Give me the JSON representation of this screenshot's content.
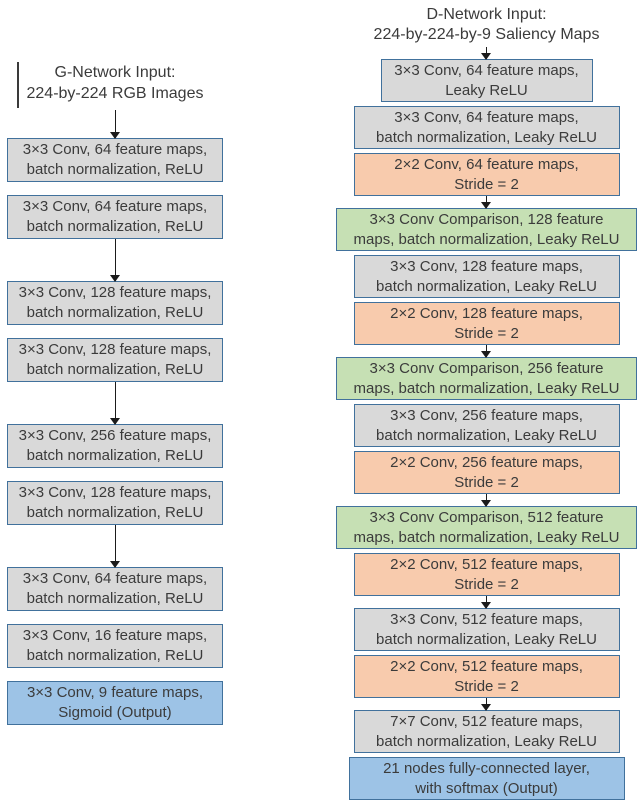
{
  "figure": {
    "colors": {
      "conv": "#D9D9D9",
      "stride": "#F8CBAD",
      "comparison": "#C6E0B4",
      "output": "#9DC3E6",
      "border": "#41719C",
      "text": "#3B3B3B"
    },
    "g_network": {
      "title_lines": [
        "G-Network Input:",
        "224-by-224 RGB Images"
      ],
      "layers": [
        {
          "lines": [
            "3×3 Conv, 64 feature maps,",
            "batch normalization, ReLU"
          ],
          "type": "conv",
          "connector_after": "gap"
        },
        {
          "lines": [
            "3×3 Conv, 64 feature maps,",
            "batch normalization, ReLU"
          ],
          "type": "conv",
          "connector_after": "arrow"
        },
        {
          "lines": [
            "3×3 Conv, 128 feature maps,",
            "batch normalization, ReLU"
          ],
          "type": "conv",
          "connector_after": "gap"
        },
        {
          "lines": [
            "3×3 Conv, 128 feature maps,",
            "batch normalization, ReLU"
          ],
          "type": "conv",
          "connector_after": "arrow"
        },
        {
          "lines": [
            "3×3 Conv, 256 feature maps,",
            "batch normalization, ReLU"
          ],
          "type": "conv",
          "connector_after": "gap"
        },
        {
          "lines": [
            "3×3 Conv, 128 feature maps,",
            "batch normalization, ReLU"
          ],
          "type": "conv",
          "connector_after": "arrow"
        },
        {
          "lines": [
            "3×3 Conv, 64 feature maps,",
            "batch normalization, ReLU"
          ],
          "type": "conv",
          "connector_after": "gap"
        },
        {
          "lines": [
            "3×3 Conv, 16 feature maps,",
            "batch normalization, ReLU"
          ],
          "type": "conv",
          "connector_after": "gap"
        },
        {
          "lines": [
            "3×3 Conv, 9 feature maps,",
            "Sigmoid (Output)"
          ],
          "type": "output",
          "connector_after": "none"
        }
      ]
    },
    "d_network": {
      "title_lines": [
        "D-Network Input:",
        "224-by-224-by-9 Saliency Maps"
      ],
      "layers": [
        {
          "lines": [
            "3×3 Conv, 64 feature maps,",
            "Leaky ReLU"
          ],
          "type": "conv",
          "connector_after": "gap"
        },
        {
          "lines": [
            "3×3 Conv, 64 feature maps,",
            "batch normalization, Leaky ReLU"
          ],
          "type": "conv",
          "connector_after": "gap"
        },
        {
          "lines": [
            "2×2 Conv, 64 feature maps,",
            "Stride = 2"
          ],
          "type": "stride",
          "connector_after": "arrow"
        },
        {
          "lines": [
            "3×3 Conv Comparison, 128 feature",
            "maps, batch normalization, Leaky ReLU"
          ],
          "type": "comparison",
          "connector_after": "gap"
        },
        {
          "lines": [
            "3×3 Conv, 128 feature maps,",
            "batch normalization, Leaky ReLU"
          ],
          "type": "conv",
          "connector_after": "gap"
        },
        {
          "lines": [
            "2×2 Conv, 128 feature maps,",
            "Stride = 2"
          ],
          "type": "stride",
          "connector_after": "arrow"
        },
        {
          "lines": [
            "3×3 Conv Comparison, 256 feature",
            "maps, batch normalization, Leaky ReLU"
          ],
          "type": "comparison",
          "connector_after": "gap"
        },
        {
          "lines": [
            "3×3 Conv, 256 feature maps,",
            "batch normalization, Leaky ReLU"
          ],
          "type": "conv",
          "connector_after": "gap"
        },
        {
          "lines": [
            "2×2 Conv, 256 feature maps,",
            "Stride = 2"
          ],
          "type": "stride",
          "connector_after": "arrow"
        },
        {
          "lines": [
            "3×3 Conv Comparison, 512 feature",
            "maps, batch normalization, Leaky ReLU"
          ],
          "type": "comparison",
          "connector_after": "gap"
        },
        {
          "lines": [
            "2×2 Conv, 512 feature maps,",
            "Stride = 2"
          ],
          "type": "stride",
          "connector_after": "arrow"
        },
        {
          "lines": [
            "3×3 Conv, 512 feature maps,",
            "batch normalization, Leaky ReLU"
          ],
          "type": "conv",
          "connector_after": "gap"
        },
        {
          "lines": [
            "2×2 Conv, 512 feature maps,",
            "Stride = 2"
          ],
          "type": "stride",
          "connector_after": "arrow"
        },
        {
          "lines": [
            "7×7 Conv, 512 feature maps,",
            "batch normalization, Leaky ReLU"
          ],
          "type": "conv",
          "connector_after": "gap"
        },
        {
          "lines": [
            "21 nodes fully-connected layer,",
            "with softmax (Output)"
          ],
          "type": "output",
          "connector_after": "none"
        }
      ]
    }
  }
}
